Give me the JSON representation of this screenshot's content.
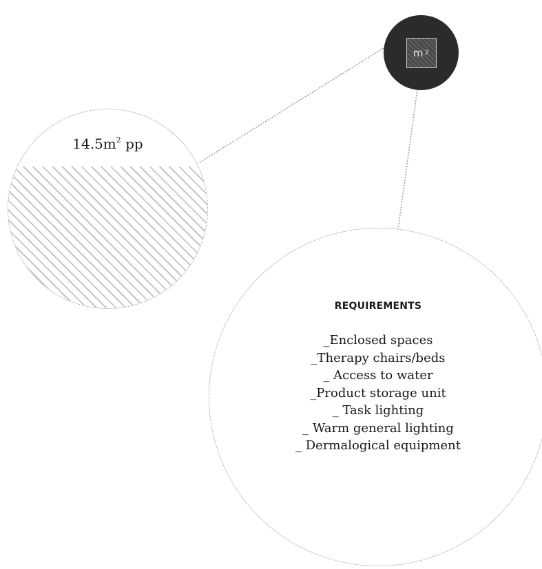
{
  "diagram": {
    "icon_node": {
      "icon": "m2-icon",
      "base": "m",
      "superscript": "2",
      "background": "#2b2b2b"
    },
    "area_node": {
      "value": "14.5m",
      "superscript": "2",
      "suffix": "pp"
    },
    "requirements_node": {
      "title": "REQUIREMENTS",
      "items": [
        "_Enclosed spaces",
        "_Therapy chairs/beds",
        "_ Access to water",
        "_Product storage unit",
        "_ Task lighting",
        "_ Warm general lighting",
        "_ Dermalogical equipment"
      ]
    },
    "connector_color": "#9a9a9a"
  }
}
